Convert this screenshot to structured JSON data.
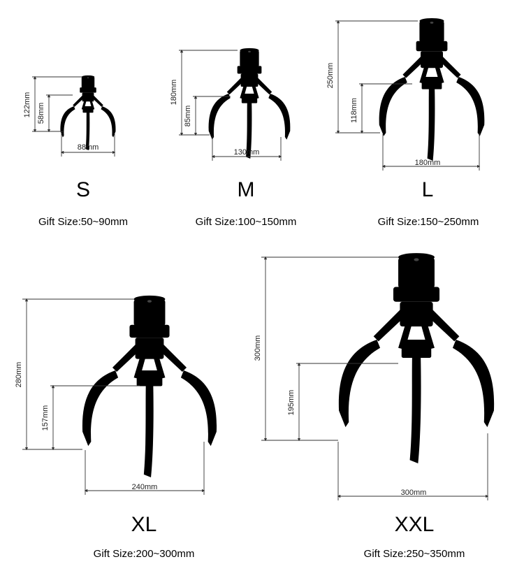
{
  "items": [
    {
      "size": "S",
      "gift": "Gift Size:50~90mm",
      "height": "122mm",
      "jaw_height": "58mm",
      "width": "88mm"
    },
    {
      "size": "M",
      "gift": "Gift Size:100~150mm",
      "height": "180mm",
      "jaw_height": "85mm",
      "width": "130mm"
    },
    {
      "size": "L",
      "gift": "Gift Size:150~250mm",
      "height": "250mm",
      "jaw_height": "118mm",
      "width": "180mm"
    },
    {
      "size": "XL",
      "gift": "Gift Size:200~300mm",
      "height": "280mm",
      "jaw_height": "157mm",
      "width": "240mm"
    },
    {
      "size": "XXL",
      "gift": "Gift Size:250~350mm",
      "height": "300mm",
      "jaw_height": "195mm",
      "width": "300mm"
    }
  ]
}
